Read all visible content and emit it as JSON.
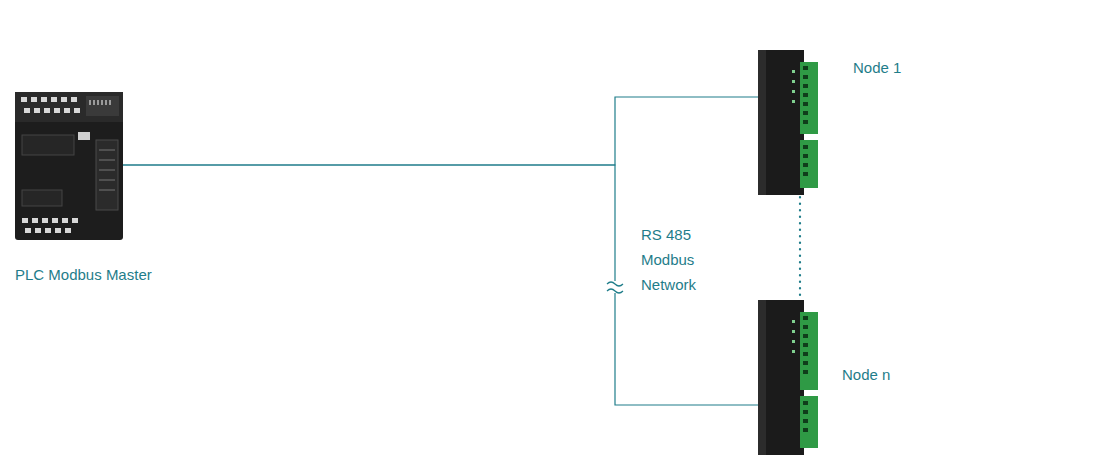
{
  "diagram": {
    "nodes": [
      {
        "text": [
          "PLC Modbus Master"
        ]
      },
      {
        "text": [
          "Node 1"
        ]
      },
      {
        "text": [
          "Node n"
        ]
      }
    ],
    "edges": [
      {
        "from": 0,
        "to": 1,
        "arrow": "none"
      },
      {
        "from": 0,
        "to": 2,
        "arrow": "none"
      },
      {
        "from": 1,
        "to": 2,
        "arrow": "none"
      }
    ],
    "labels": [
      "RS 485 Modbus Network"
    ]
  }
}
